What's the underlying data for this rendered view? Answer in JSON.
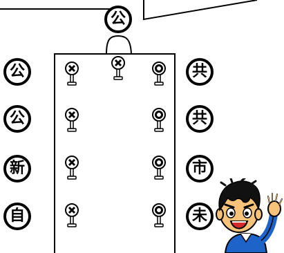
{
  "chair": {
    "party": "公"
  },
  "left_members": [
    {
      "party": "公",
      "vote": "nay"
    },
    {
      "party": "公",
      "vote": "nay"
    },
    {
      "party": "新",
      "vote": "nay"
    },
    {
      "party": "自",
      "vote": "nay"
    }
  ],
  "right_members": [
    {
      "party": "共",
      "vote": "yea"
    },
    {
      "party": "共",
      "vote": "yea"
    },
    {
      "party": "市",
      "vote": "yea"
    },
    {
      "party": "未",
      "vote": "yea"
    }
  ],
  "chair_vote": "nay",
  "colors": {
    "ink": "#000000",
    "skin": "#f7c27a",
    "shirt": "#1e63c8",
    "mouth": "#d42a2a"
  }
}
